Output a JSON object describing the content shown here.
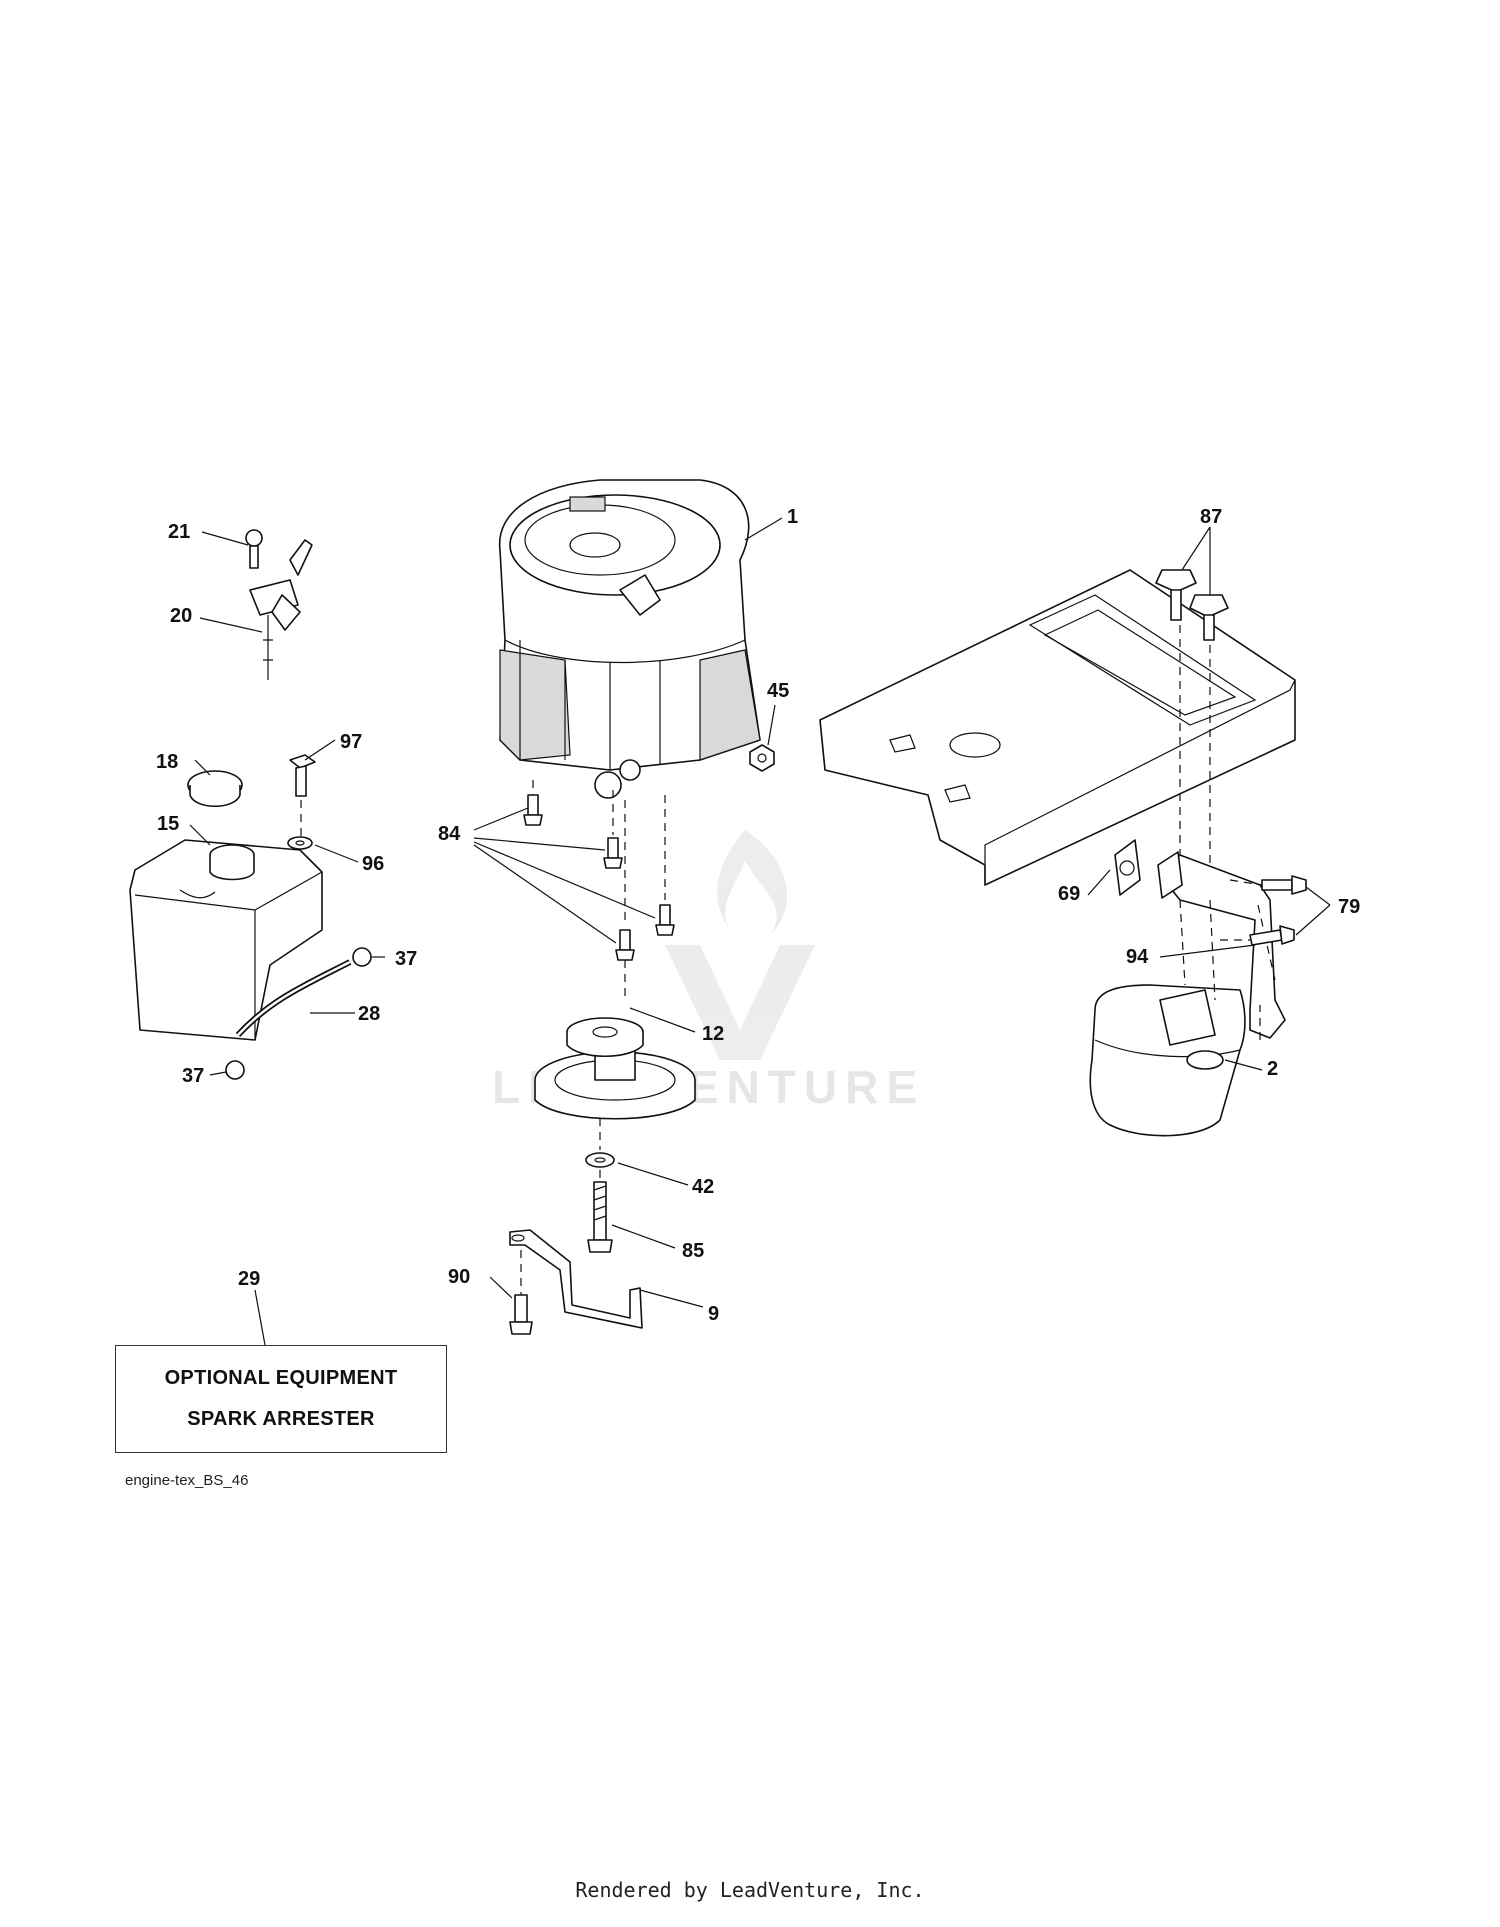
{
  "callouts": {
    "c1": "1",
    "c2": "2",
    "c9": "9",
    "c12": "12",
    "c15": "15",
    "c18": "18",
    "c20": "20",
    "c21": "21",
    "c28": "28",
    "c29": "29",
    "c37a": "37",
    "c37b": "37",
    "c42": "42",
    "c45": "45",
    "c69": "69",
    "c79": "79",
    "c84": "84",
    "c85": "85",
    "c87": "87",
    "c90": "90",
    "c94": "94",
    "c96": "96",
    "c97": "97"
  },
  "optional_box": {
    "line1": "OPTIONAL EQUIPMENT",
    "line2": "SPARK ARRESTER"
  },
  "diagram_code": "engine-tex_BS_46",
  "footer": "Rendered by LeadVenture, Inc.",
  "watermark": "LEADVENTURE",
  "colors": {
    "ink": "#111111",
    "watermark": "#e6e6e6",
    "background": "#ffffff"
  }
}
